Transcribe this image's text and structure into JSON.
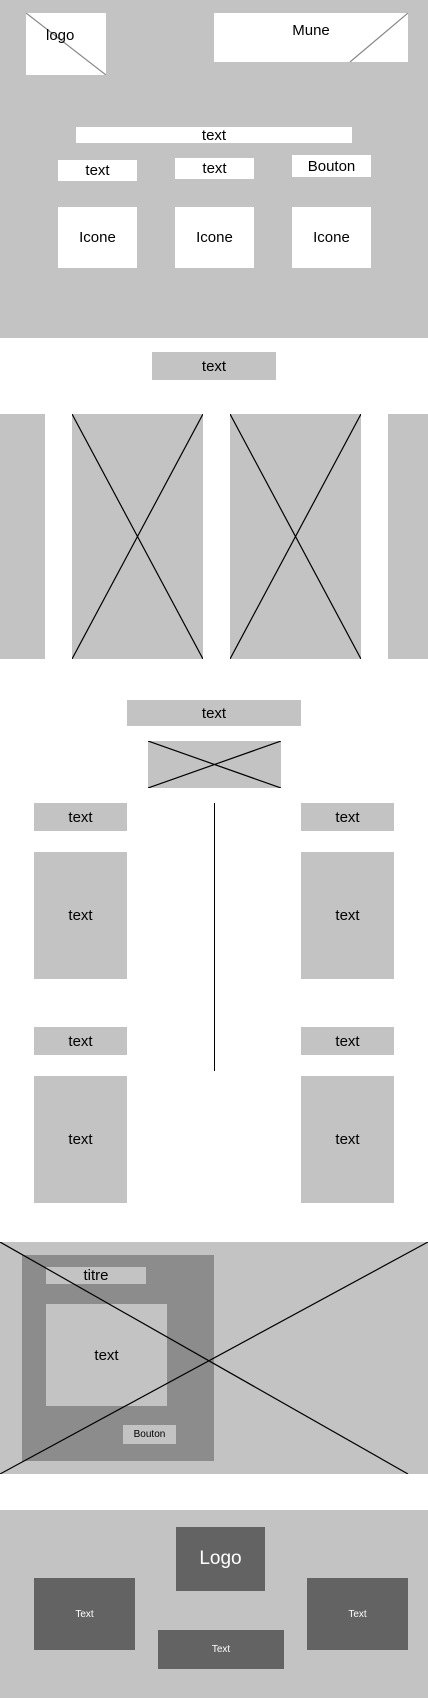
{
  "header": {
    "logo": "logo",
    "menu": "Mune",
    "banner_text": "text",
    "items": [
      {
        "label": "text",
        "icon": "Icone"
      },
      {
        "label": "text",
        "icon": "Icone"
      },
      {
        "label": "Bouton",
        "icon": "Icone"
      }
    ]
  },
  "carousel": {
    "title": "text"
  },
  "features": {
    "title": "text",
    "left": [
      {
        "title": "text",
        "body": "text"
      },
      {
        "title": "text",
        "body": "text"
      }
    ],
    "right": [
      {
        "title": "text",
        "body": "text"
      },
      {
        "title": "text",
        "body": "text"
      }
    ]
  },
  "hero": {
    "title": "titre",
    "body": "text",
    "button": "Bouton"
  },
  "footer": {
    "logo": "Logo",
    "left": "Text",
    "center": "Text",
    "right": "Text"
  },
  "colors": {
    "light_gray": "#c3c3c3",
    "mid_gray": "#8c8c8c",
    "dark_gray": "#636363",
    "white": "#ffffff"
  }
}
